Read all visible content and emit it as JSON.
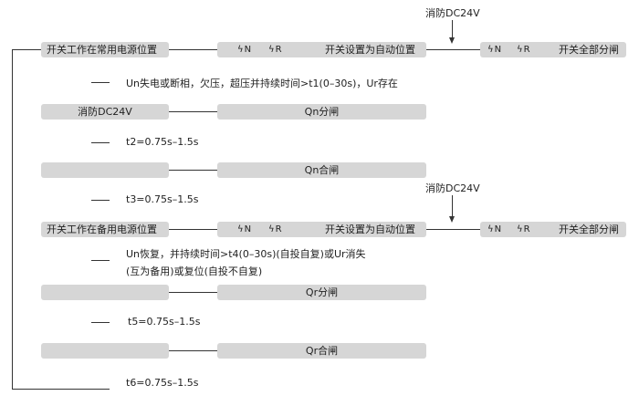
{
  "diagram": {
    "fire_label": "消防DC24V",
    "normal": {
      "state": "开关工作在常用电源位置",
      "set_auto": "开关设置为自动位置",
      "all_open": "开关全部分闸",
      "sw_n": "N",
      "sw_r": "R",
      "condition": "Un失电或断相，欠压，超压并持续时间>t1(0–30s)，Ur存在",
      "fire_box": "消防DC24V",
      "qn_open": "Qn分闸",
      "t2": "t2=0.75s–1.5s",
      "qn_close": "Qn合闸",
      "t3": "t3=0.75s–1.5s"
    },
    "backup": {
      "state": "开关工作在备用电源位置",
      "set_auto": "开关设置为自动位置",
      "all_open": "开关全部分闸",
      "sw_n": "N",
      "sw_r": "R",
      "condition_1": "Un恢复，并持续时间>t4(0–30s)(自投自复)或Ur消失",
      "condition_2": "(互为备用)或复位(自投不自复)",
      "qr_open": "Qr分闸",
      "t5": "t5=0.75s–1.5s",
      "qr_close": "Qr合闸",
      "t6": "t6=0.75s–1.5s"
    }
  }
}
